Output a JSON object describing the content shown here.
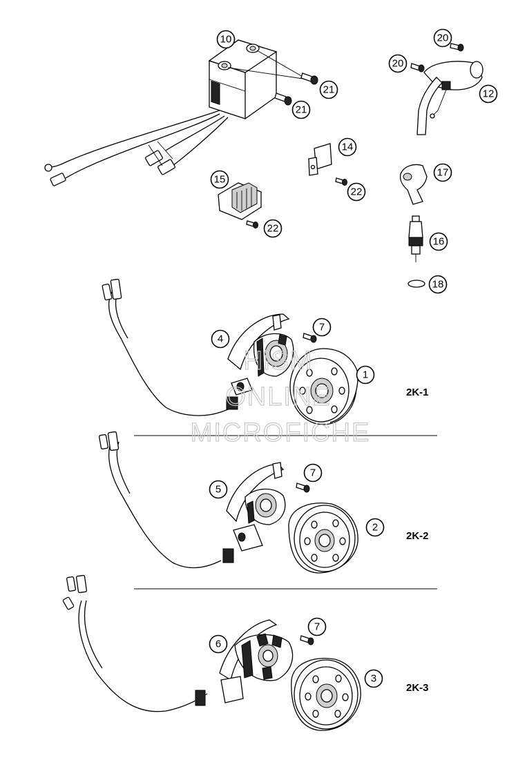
{
  "callouts": [
    {
      "id": "cd-unit",
      "label": "10"
    },
    {
      "id": "screw-upper",
      "label": "21"
    },
    {
      "id": "screw-lower",
      "label": "21"
    },
    {
      "id": "coil-screw-top",
      "label": "20"
    },
    {
      "id": "coil-screw-left",
      "label": "20"
    },
    {
      "id": "ignition-coil",
      "label": "12"
    },
    {
      "id": "bracket",
      "label": "14"
    },
    {
      "id": "bracket-screw",
      "label": "22"
    },
    {
      "id": "spark-plug-cap",
      "label": "17"
    },
    {
      "id": "regulator",
      "label": "15"
    },
    {
      "id": "regulator-screw",
      "label": "22"
    },
    {
      "id": "spark-plug",
      "label": "16"
    },
    {
      "id": "washer",
      "label": "18"
    },
    {
      "id": "stator-2k1",
      "label": "4"
    },
    {
      "id": "screw-2k1",
      "label": "7"
    },
    {
      "id": "rotor-2k1",
      "label": "1"
    },
    {
      "id": "stator-2k2",
      "label": "5"
    },
    {
      "id": "screw-2k2",
      "label": "7"
    },
    {
      "id": "rotor-2k2",
      "label": "2"
    },
    {
      "id": "stator-2k3",
      "label": "6"
    },
    {
      "id": "screw-2k3",
      "label": "7"
    },
    {
      "id": "rotor-2k3",
      "label": "3"
    }
  ],
  "variants": [
    {
      "id": "2k1",
      "label": "2K-1"
    },
    {
      "id": "2k2",
      "label": "2K-2"
    },
    {
      "id": "2k3",
      "label": "2K-3"
    }
  ],
  "watermark": {
    "line1": "HiSM",
    "line2": "ONLINE",
    "line3": "MICROFICHE"
  }
}
